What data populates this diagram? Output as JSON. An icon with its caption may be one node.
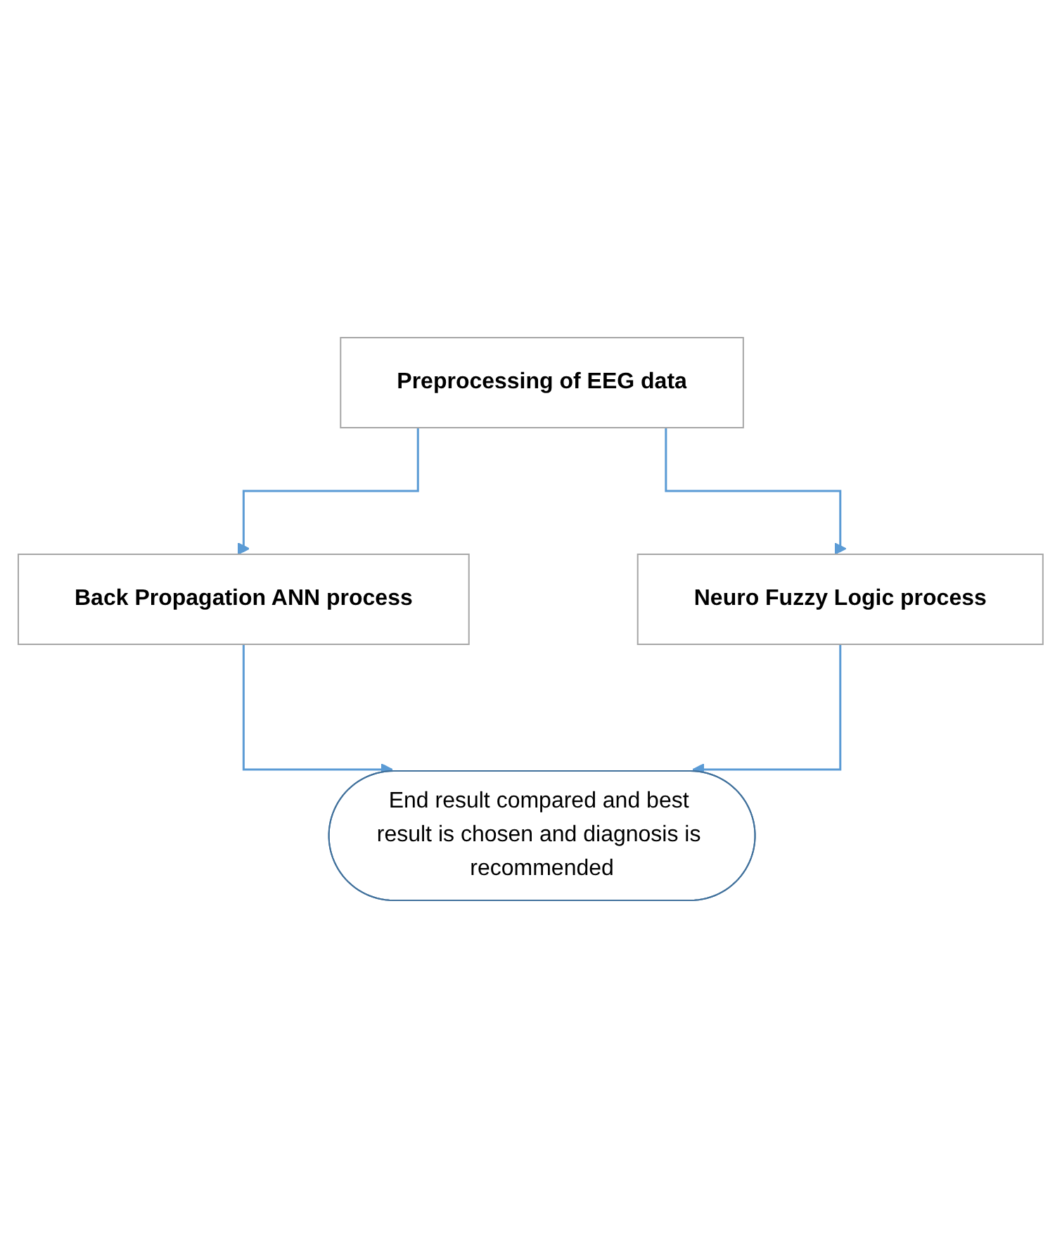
{
  "diagram": {
    "nodes": [
      {
        "text": [
          "Preprocessing of EEG data"
        ]
      },
      {
        "text": [
          "Back Propagation ANN process"
        ]
      },
      {
        "text": [
          "Neuro Fuzzy Logic process"
        ]
      },
      {
        "text": [
          "End result compared and best result is chosen and diagnosis is recommended"
        ]
      }
    ],
    "edges": [
      {
        "from": 0,
        "to": 1,
        "arrow": "to"
      },
      {
        "from": 0,
        "to": 2,
        "arrow": "to"
      },
      {
        "from": 1,
        "to": 3,
        "arrow": "to"
      },
      {
        "from": 2,
        "to": 3,
        "arrow": "to"
      }
    ]
  }
}
